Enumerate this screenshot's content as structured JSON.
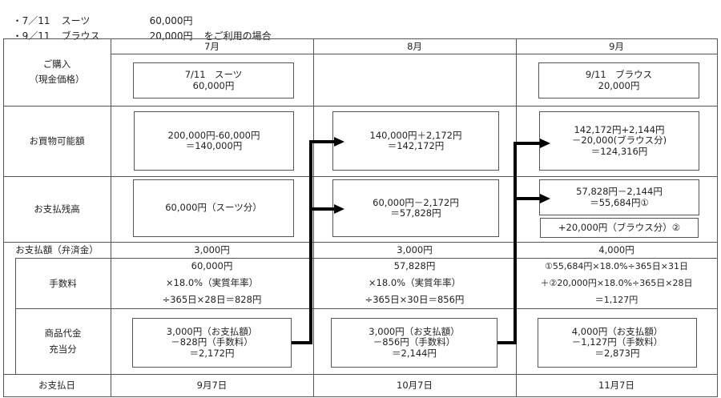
{
  "intro": [
    {
      "bullet": "・",
      "date": "7／11",
      "item": "スーツ",
      "amount": "60,000円",
      "suffix": ""
    },
    {
      "bullet": "・",
      "date": "9／11",
      "item": "ブラウス",
      "amount": "20,000円",
      "suffix": "をご利用の場合"
    }
  ],
  "table": {
    "months": [
      "7月",
      "8月",
      "9月"
    ],
    "row_labels": {
      "purchase": [
        "ご購入",
        "（現金価格）"
      ],
      "shopping_limit": "お買物可能額",
      "balance": "お支払残高",
      "payment": "お支払額（弁済金）",
      "fee": "手数料",
      "product": [
        "商品代金",
        "充当分"
      ],
      "payment_date": "お支払日"
    },
    "purchase": {
      "jul": [
        "7/11　スーツ",
        "60,000円"
      ],
      "sep": [
        "9/11　ブラウス",
        "20,000円"
      ]
    },
    "shopping_limit": {
      "jul": [
        "200,000円-60,000円",
        "＝140,000円"
      ],
      "aug": [
        "140,000円＋2,172円",
        "＝142,172円"
      ],
      "sep": [
        "142,172円+2,144円",
        "－20,000(ブラウス分)",
        "＝124,316円"
      ]
    },
    "balance": {
      "jul": [
        "60,000円（スーツ分）"
      ],
      "aug": [
        "60,000円－2,172円",
        "＝57,828円"
      ],
      "sep": [
        "57,828円－2,144円",
        "＝55,684円①"
      ],
      "sep_extra": "+20,000円（ブラウス分）②"
    },
    "payment": {
      "jul": "3,000円",
      "aug": "3,000円",
      "sep": "4,000円"
    },
    "fee": {
      "jul": [
        "60,000円",
        "×18.0%（実質年率）",
        "÷365日×28日＝828円"
      ],
      "aug": [
        "57,828円",
        "×18.0%（実質年率）",
        "÷365日×30日＝856円"
      ],
      "sep": [
        "①55,684円×18.0%÷365日×31日",
        "＋②20,000円×18.0%÷365日×28日",
        "＝1,127円"
      ]
    },
    "product": {
      "jul": [
        "3,000円（お支払額）",
        "－828円（手数料）",
        "＝2,172円"
      ],
      "aug": [
        "3,000円（お支払額）",
        "－856円（手数料）",
        "＝2,144円"
      ],
      "sep": [
        "4,000円（お支払額）",
        "－1,127円（手数料）",
        "＝2,873円"
      ]
    },
    "payment_date": {
      "jul": "9月7日",
      "aug": "10月7日",
      "sep": "11月7日"
    }
  }
}
